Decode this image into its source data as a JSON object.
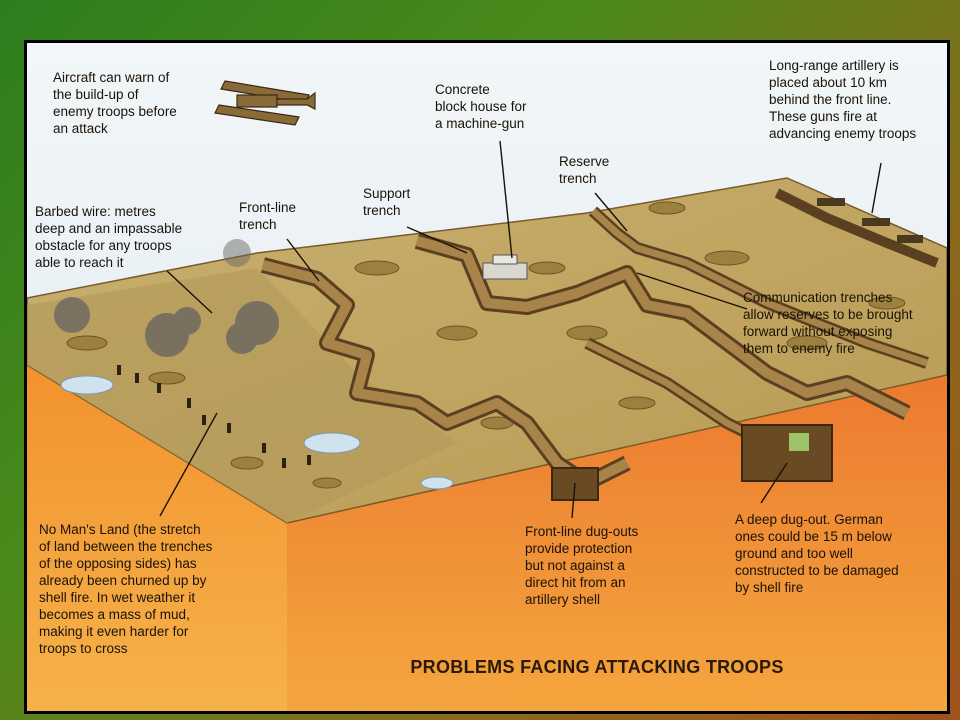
{
  "title": "PROBLEMS FACING ATTACKING TROOPS",
  "labels": {
    "aircraft": "Aircraft can warn of\nthe build-up of\nenemy troops before\nan attack",
    "blockhouse": "Concrete\nblock house for\na machine-gun",
    "artillery": "Long-range artillery is\nplaced about 10 km\nbehind the front line.\nThese guns fire at\nadvancing enemy troops",
    "reserve": "Reserve\ntrench",
    "support": "Support\ntrench",
    "frontline": "Front-line\ntrench",
    "barbed": "Barbed wire: metres\ndeep and an impassable\nobstacle for any troops\nable to reach it",
    "communication": "Communication trenches\nallow reserves to be brought\nforward without exposing\nthem to enemy fire",
    "nomansland": "No Man's Land (the stretch\nof land between the trenches\nof the opposing sides) has\nalready been churned up by\nshell fire. In wet weather it\nbecomes a mass of mud,\nmaking it even harder for\ntroops to cross",
    "dugouts": "Front-line dug-outs\nprovide protection\nbut not against a\ndirect hit from an\nartillery shell",
    "deepdugout": "A deep dug-out. German\nones could be 15 m below\nground and too well\nconstructed to be damaged\nby shell fire"
  },
  "colors": {
    "sky": "#e6f0f6",
    "ground_top": "#c8ad62",
    "earth": "#ee8a3a",
    "trench_wall": "#8a6a38"
  }
}
